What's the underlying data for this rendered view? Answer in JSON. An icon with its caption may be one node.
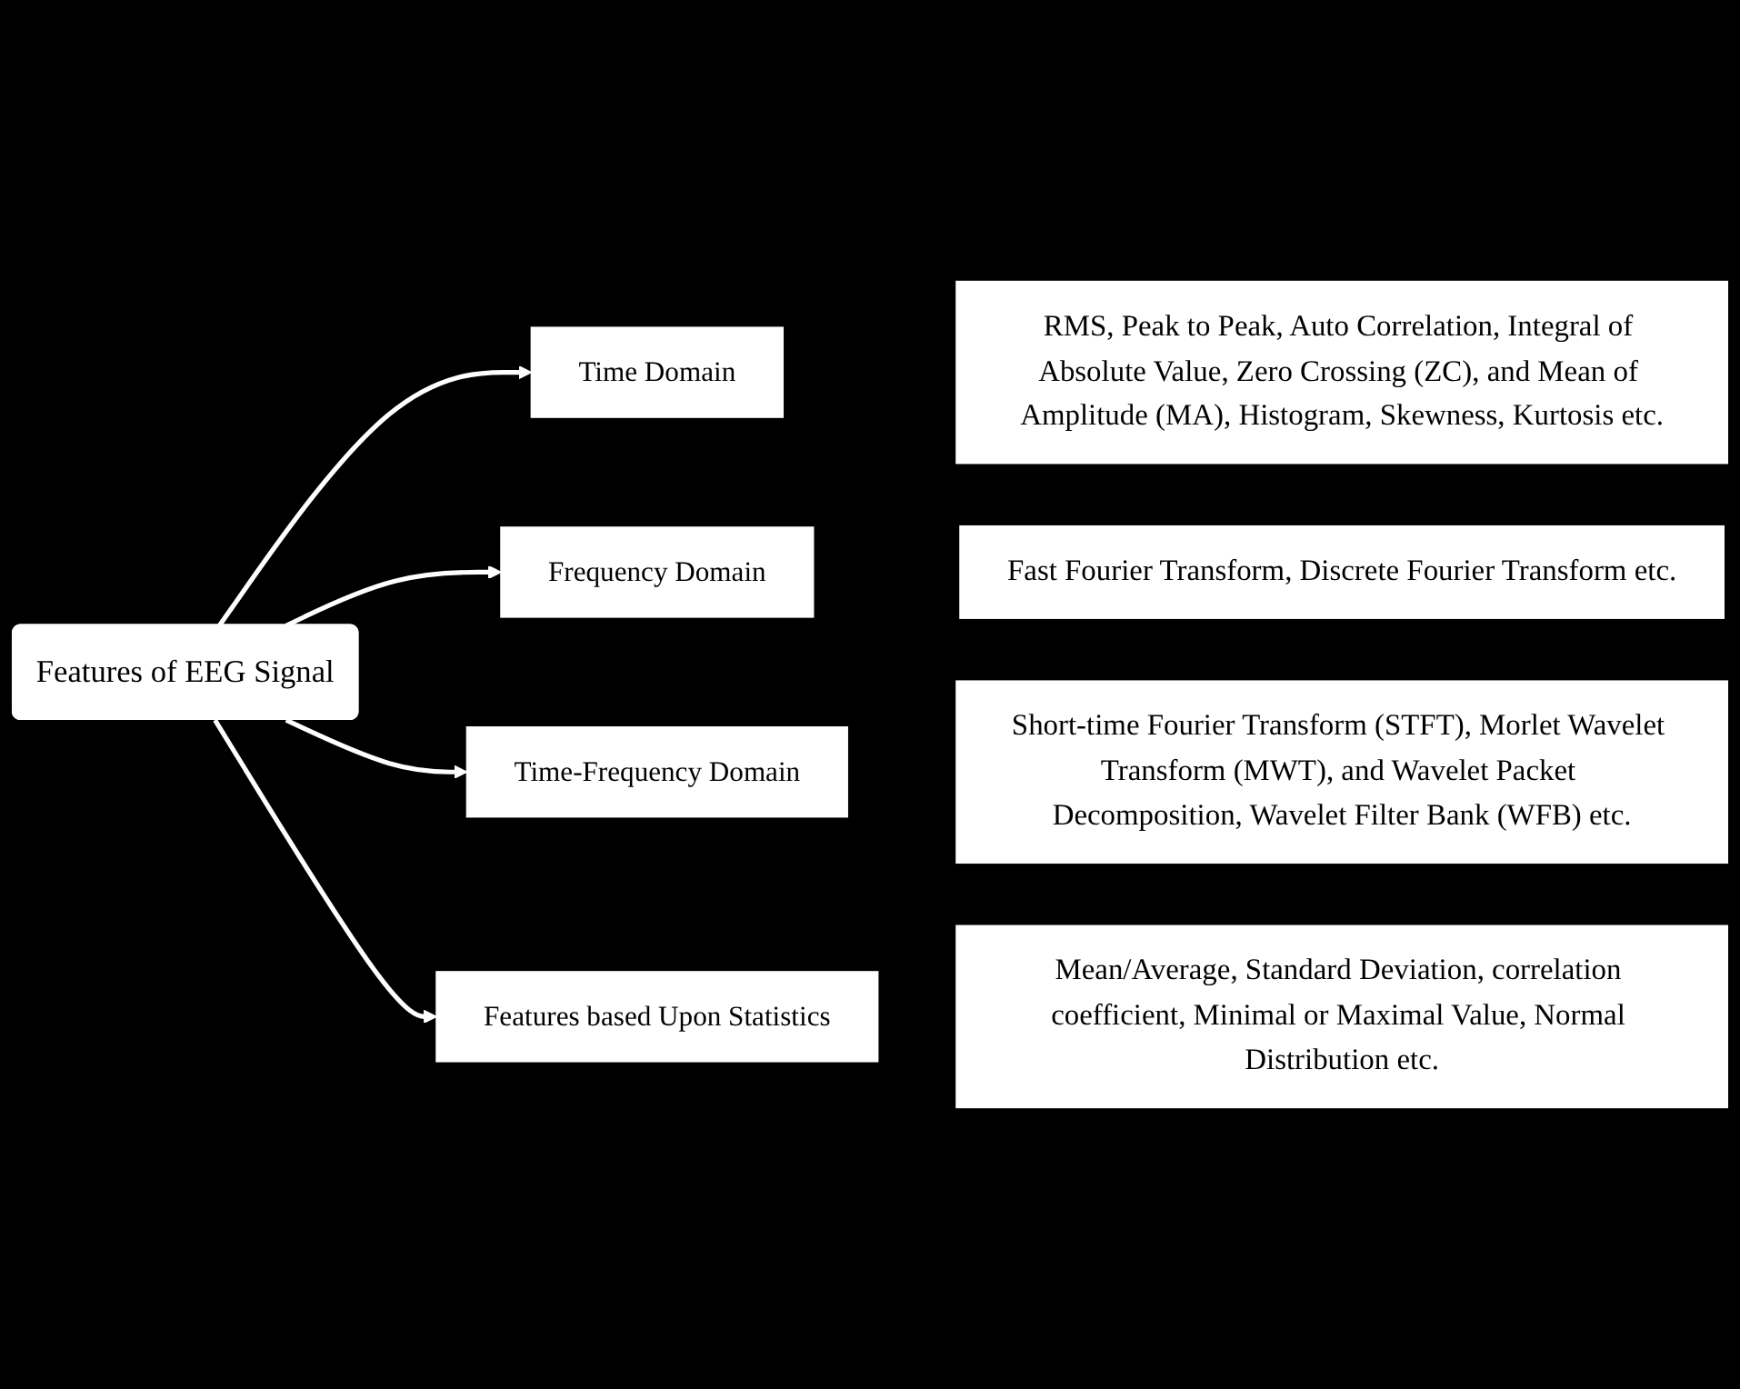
{
  "diagram": {
    "nodes": [
      {
        "text": [
          "Features of EEG Signal"
        ]
      },
      {
        "text": [
          "Time Domain"
        ]
      },
      {
        "text": [
          "RMS, Peak to Peak, Auto Correlation, Integral of Absolute Value, Zero Crossing (ZC), and Mean of Amplitude (MA), Histogram, Skewness, Kurtosis etc."
        ]
      },
      {
        "text": [
          "Frequency Domain"
        ]
      },
      {
        "text": [
          "Fast Fourier Transform, Discrete Fourier Transform etc."
        ]
      },
      {
        "text": [
          "Time-Frequency Domain"
        ]
      },
      {
        "text": [
          "Short-time Fourier Transform (STFT), Morlet Wavelet Transform (MWT), and Wavelet Packet Decomposition, Wavelet Filter Bank (WFB) etc."
        ]
      },
      {
        "text": [
          "Features based Upon Statistics"
        ]
      },
      {
        "text": [
          "Mean/Average, Standard Deviation, correlation coefficient, Minimal or Maximal Value, Normal Distribution etc."
        ]
      }
    ],
    "edges": [
      {
        "from": 0,
        "to": 1,
        "arrow": "to"
      },
      {
        "from": 0,
        "to": 3,
        "arrow": "to"
      },
      {
        "from": 0,
        "to": 5,
        "arrow": "to"
      },
      {
        "from": 0,
        "to": 7,
        "arrow": "to"
      }
    ]
  }
}
